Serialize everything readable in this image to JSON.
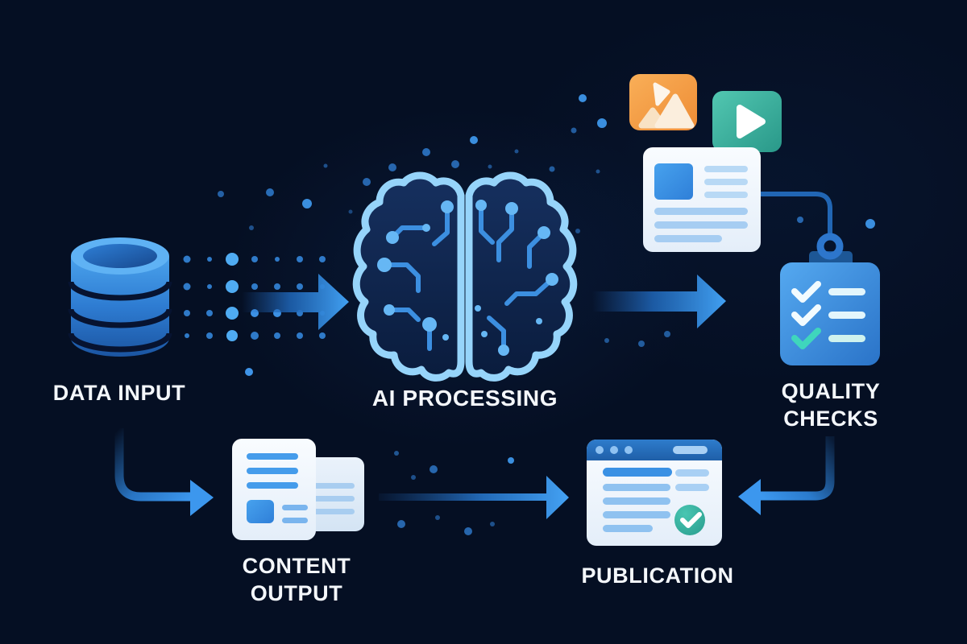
{
  "diagram": {
    "title": "AI content pipeline",
    "background_color": "#050F23",
    "accent_blue": "#2F87E0",
    "stages": [
      {
        "id": "data-input",
        "label": "DATA INPUT",
        "icon": "database-icon"
      },
      {
        "id": "ai-processing",
        "label": "AI PROCESSING",
        "icon": "brain-circuit-icon"
      },
      {
        "id": "quality-checks",
        "label": "QUALITY CHECKS",
        "icon": "clipboard-checklist-icon"
      },
      {
        "id": "content-output",
        "label": "CONTENT OUTPUT",
        "icon": "documents-icon"
      },
      {
        "id": "publication",
        "label": "PUBLICATION",
        "icon": "browser-window-icon"
      }
    ],
    "media_icons": [
      {
        "id": "image-media",
        "icon": "image-icon",
        "color": "#F29A44"
      },
      {
        "id": "video-media",
        "icon": "video-play-icon",
        "color": "#39AE9C"
      },
      {
        "id": "article-media",
        "icon": "article-card-icon",
        "color": "#F2F8FE"
      }
    ],
    "status_colors": {
      "check_teal": "#35C9B2",
      "card_blue": "#3E97EA",
      "clipboard_blue": "#3C8EE0"
    }
  }
}
